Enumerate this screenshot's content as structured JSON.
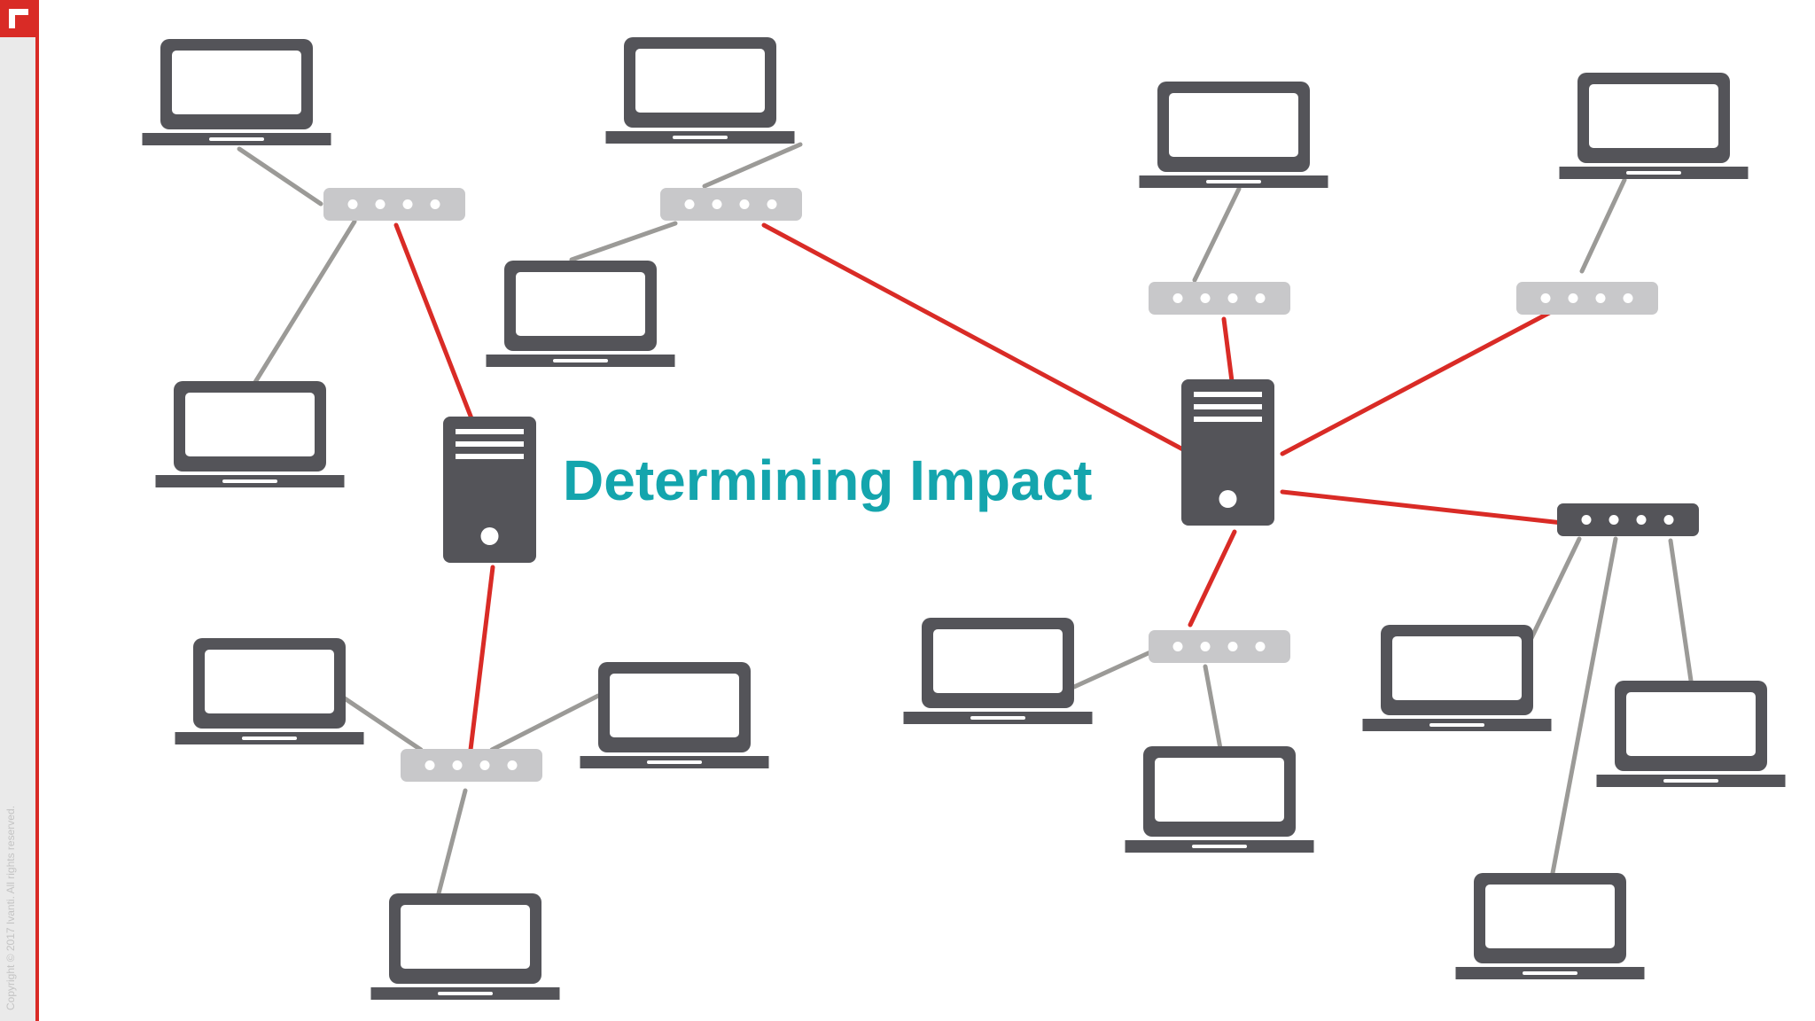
{
  "slide": {
    "title": "Determining Impact",
    "copyright": "Copyright © 2017 Ivanti. All rights reserved."
  },
  "colors": {
    "accent_red": "#d92b26",
    "title_teal": "#14a5ad",
    "device_dark": "#545459",
    "hub_grey": "#c8c8ca",
    "link_grey": "#9b9a97",
    "sidebar_grey": "#eaeaea"
  },
  "icons": {
    "logo": "ivanti-logo-icon",
    "laptop": "laptop-icon",
    "server": "server-icon",
    "hub": "network-hub-icon"
  },
  "nodes": {
    "servers": [
      {
        "id": "server-left"
      },
      {
        "id": "server-right"
      }
    ],
    "hubs": [
      {
        "id": "hub-top-left",
        "compromised": false
      },
      {
        "id": "hub-top-middle",
        "compromised": false
      },
      {
        "id": "hub-bottom-left",
        "compromised": false
      },
      {
        "id": "hub-right-upper-left",
        "compromised": false
      },
      {
        "id": "hub-right-upper-right",
        "compromised": false
      },
      {
        "id": "hub-right-lower-middle",
        "compromised": false
      },
      {
        "id": "hub-right-lower-right",
        "compromised": true
      }
    ],
    "laptops": [
      {
        "id": "laptop-1"
      },
      {
        "id": "laptop-2"
      },
      {
        "id": "laptop-3"
      },
      {
        "id": "laptop-4"
      },
      {
        "id": "laptop-5"
      },
      {
        "id": "laptop-6"
      },
      {
        "id": "laptop-7"
      },
      {
        "id": "laptop-8"
      },
      {
        "id": "laptop-9"
      },
      {
        "id": "laptop-10"
      },
      {
        "id": "laptop-11"
      },
      {
        "id": "laptop-12"
      },
      {
        "id": "laptop-13"
      },
      {
        "id": "laptop-14"
      },
      {
        "id": "laptop-15"
      },
      {
        "id": "laptop-16"
      }
    ]
  },
  "links": [
    {
      "from": "laptop-1",
      "to": "hub-top-left",
      "impacted": false
    },
    {
      "from": "laptop-2",
      "to": "hub-top-left",
      "impacted": false
    },
    {
      "from": "hub-top-left",
      "to": "server-left",
      "impacted": true
    },
    {
      "from": "laptop-3",
      "to": "hub-top-middle",
      "impacted": false
    },
    {
      "from": "laptop-4",
      "to": "hub-top-middle",
      "impacted": false
    },
    {
      "from": "hub-top-middle",
      "to": "server-right",
      "impacted": true
    },
    {
      "from": "server-left",
      "to": "hub-bottom-left",
      "impacted": true
    },
    {
      "from": "laptop-5",
      "to": "hub-bottom-left",
      "impacted": false
    },
    {
      "from": "laptop-6",
      "to": "hub-bottom-left",
      "impacted": false
    },
    {
      "from": "laptop-7",
      "to": "hub-bottom-left",
      "impacted": false
    },
    {
      "from": "laptop-8",
      "to": "hub-right-upper-left",
      "impacted": false
    },
    {
      "from": "hub-right-upper-left",
      "to": "server-right",
      "impacted": true
    },
    {
      "from": "laptop-9",
      "to": "hub-right-upper-right",
      "impacted": false
    },
    {
      "from": "hub-right-upper-right",
      "to": "server-right",
      "impacted": true
    },
    {
      "from": "server-right",
      "to": "hub-right-lower-middle",
      "impacted": true
    },
    {
      "from": "laptop-10",
      "to": "hub-right-lower-middle",
      "impacted": false
    },
    {
      "from": "laptop-11",
      "to": "hub-right-lower-middle",
      "impacted": false
    },
    {
      "from": "server-right",
      "to": "hub-right-lower-right",
      "impacted": true
    },
    {
      "from": "laptop-12",
      "to": "hub-right-lower-right",
      "impacted": false
    },
    {
      "from": "laptop-13",
      "to": "hub-right-lower-right",
      "impacted": false
    },
    {
      "from": "laptop-14",
      "to": "hub-right-lower-right",
      "impacted": false
    }
  ]
}
